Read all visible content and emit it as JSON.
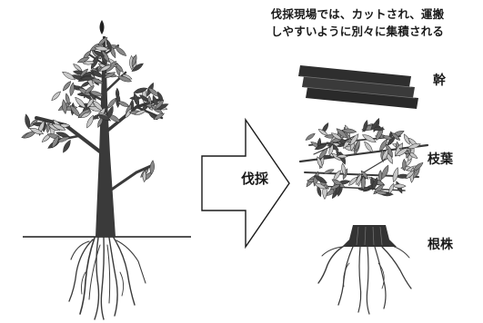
{
  "caption": {
    "line1": "伐採現場では、カットされ、運搬",
    "line2": "しやすいように別々に集積される"
  },
  "arrow_label": "伐採",
  "parts": {
    "trunk": "幹",
    "branches_leaves": "枝葉",
    "roots": "根株"
  },
  "colors": {
    "ink": "#1a1a1a",
    "bark": "#3a3a3a",
    "leaf_dark": "#444444",
    "leaf_mid": "#888888",
    "leaf_light": "#c8c8c8"
  }
}
